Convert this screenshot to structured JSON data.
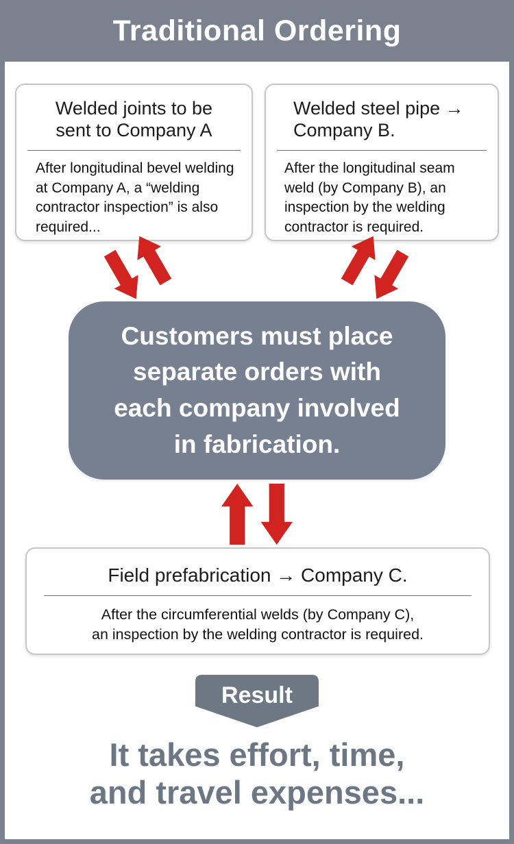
{
  "banner": {
    "title": "Traditional Ordering"
  },
  "boxes": {
    "company_a": {
      "title": "Welded joints to be\nsent to Company A",
      "body": "After longitudinal bevel welding\nat Company A, a “welding\ncontractor inspection” is also\nrequired..."
    },
    "company_b": {
      "title": "Welded steel pipe →\nCompany B.",
      "body": "After the longitudinal seam\nweld (by Company B), an\ninspection by the welding\ncontractor is required."
    },
    "company_c": {
      "title": "Field prefabrication → Company C.",
      "body": "After the circumferential welds (by Company C),\nan inspection by the welding contractor is required."
    }
  },
  "center": {
    "text": "Customers must place\nseparate orders with\neach company involved\nin fabrication."
  },
  "result": {
    "label": "Result"
  },
  "conclusion": {
    "text": "It takes effort, time,\nand travel expenses..."
  },
  "icons": {
    "left_arrows": "red-double-arrow-diagonal",
    "right_arrows": "red-double-arrow-diagonal",
    "middle_arrows": "red-double-arrow-vertical"
  },
  "colors": {
    "slate_gray": "#7a8290",
    "center_box_gray": "#778090",
    "badge_gray": "#6e7884",
    "conclusion_gray": "#6d7784",
    "accent_red": "#d1231f",
    "card_border": "#c6c6c6"
  }
}
